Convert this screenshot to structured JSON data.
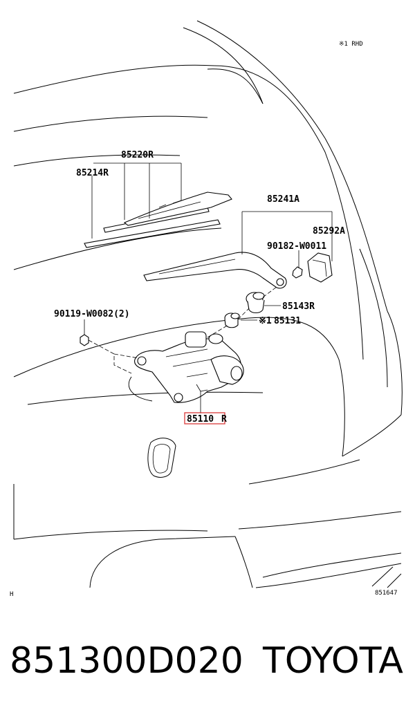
{
  "diagram": {
    "note": "※1 RHD",
    "corner_left": "H",
    "corner_right": "851647",
    "labels": {
      "p85220R": "85220R",
      "p85214R": "85214R",
      "p85241A": "85241A",
      "p85292A": "85292A",
      "p90182": "90182-W0011",
      "p85143R": "85143R",
      "p90119": "90119-W0082(2)",
      "p85131_mark": "※1",
      "p85131": "85131",
      "p85110R_a": "85110",
      "p85110R_b": "R"
    },
    "highlight_color": "#d83a3a"
  },
  "footer": {
    "part_number": "851300D020",
    "brand": "TOYOTA"
  }
}
